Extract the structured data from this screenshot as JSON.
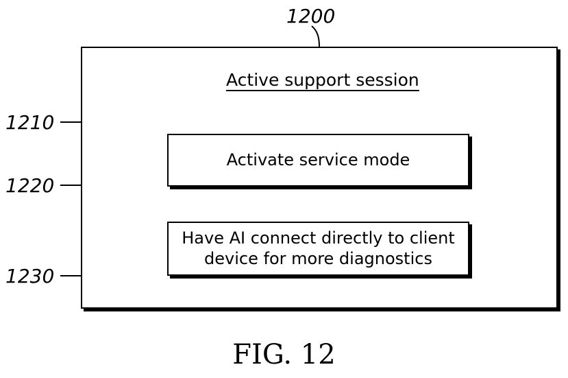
{
  "figure_caption": "FIG. 12",
  "screen": {
    "ref": "1200",
    "session_title": "Active support session",
    "session_title_ref": "1210",
    "service_mode_button": {
      "label": "Activate service mode",
      "ref": "1220"
    },
    "ai_diagnostics_button": {
      "label": "Have AI connect directly to client device for more diagnostics",
      "ref": "1230"
    }
  }
}
